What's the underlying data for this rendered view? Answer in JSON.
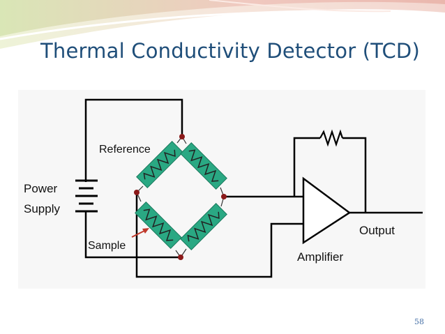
{
  "slide": {
    "title": "Thermal Conductivity Detector (TCD)",
    "page_number": "58"
  },
  "diagram": {
    "labels": {
      "reference": "Reference",
      "power": "Power",
      "supply": "Supply",
      "sample": "Sample",
      "output": "Output",
      "amplifier": "Amplifier"
    },
    "colors": {
      "resistor_fill": "#2aa883",
      "junction": "#8b1a1a",
      "arrow": "#c0392b",
      "wire": "#000000",
      "background": "#f7f7f7",
      "title": "#1f4e79"
    }
  }
}
